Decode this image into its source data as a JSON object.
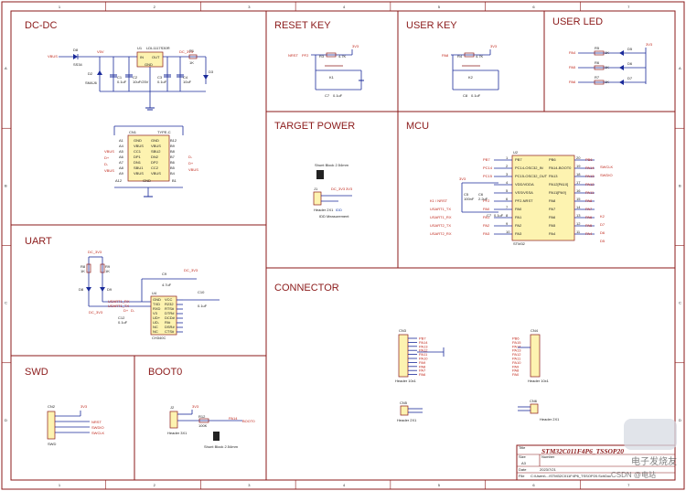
{
  "sections": {
    "dcdc": "DC-DC",
    "reset_key": "RESET KEY",
    "user_key": "USER KEY",
    "user_led": "USER LED",
    "target_power": "TARGET POWER",
    "mcu": "MCU",
    "uart": "UART",
    "connector": "CONNECTOR",
    "swd": "SWD",
    "boot0": "BOOT0"
  },
  "border": {
    "columns": [
      "1",
      "2",
      "3",
      "4",
      "5",
      "6",
      "7"
    ],
    "rows": [
      "A",
      "B",
      "C",
      "D"
    ]
  },
  "dcdc": {
    "vbus": "VBUS",
    "d8": "D8",
    "d8_part": "SS34",
    "v5": "V5V",
    "u1": "U1",
    "u1_part": "LDL1117S30R",
    "vin": "IN",
    "vout": "OUT",
    "gnd": "GND",
    "dc3v3": "DC_3V3",
    "r1": "R1",
    "r1_val": "1K",
    "d3": "D3",
    "d2": "D2",
    "d2_part": "SMAJ6",
    "c1": "C1",
    "c1_val": "0.1uF",
    "c2": "C2",
    "c2_val": "10uF/25V",
    "c3": "C3",
    "c3_val": "0.1uF",
    "c4": "C4",
    "c4_val": "10uF",
    "cn1": "CN1",
    "typec": "TYPE-C",
    "typec_pins_left": [
      "A1",
      "A4",
      "A5",
      "A6",
      "A7",
      "A8",
      "A9"
    ],
    "typec_pins_right": [
      "B12",
      "B9",
      "B8",
      "B7",
      "B6",
      "B5",
      "B4"
    ],
    "typec_names_left": [
      "GND",
      "VBUS",
      "CC1",
      "DP1",
      "DN1",
      "SBU1",
      "VBUS"
    ],
    "typec_names_right": [
      "GND",
      "VBUS",
      "SBU2",
      "DN2",
      "DP2",
      "CC2",
      "VBUS"
    ],
    "typec_nets_left": [
      "VBUS",
      "D+",
      "D-",
      "VBUS"
    ],
    "typec_nets_right": [
      "D-",
      "D+",
      "VBUS"
    ],
    "typec_bottom_left": "A12",
    "typec_bottom_right": "B1",
    "typec_gnd": "GND"
  },
  "reset": {
    "nrst": "NRST",
    "pin": "PF2",
    "r3": "R3",
    "r3_val": "4.7K",
    "k1": "K1",
    "c7": "C7",
    "c7_val": "0.1uF",
    "v33": "3V3"
  },
  "ukey": {
    "pa8": "PA8",
    "r4": "R4",
    "r4_val": "4.7K",
    "k2": "K2",
    "c8": "C8",
    "c8_val": "0.1uF",
    "v33": "3V3"
  },
  "led": {
    "rows": [
      {
        "net": "PA4",
        "r": "R5",
        "val": "1K",
        "d": "D5"
      },
      {
        "net": "PA5",
        "r": "R6",
        "val": "1K",
        "d": "D6"
      },
      {
        "net": "PA6",
        "r": "R7",
        "val": "1K",
        "d": "D7"
      }
    ],
    "v33": "3V3"
  },
  "tpower": {
    "shunt": "Shunt Block 2.54mm",
    "j1": "J1",
    "dc3v3": "DC_3V3",
    "v33": "3V3",
    "header": "Header 2X1",
    "idd": "IDD",
    "meas": "IDD Measurement"
  },
  "mcu": {
    "u2": "U2",
    "part": "STM32",
    "left_pins": [
      {
        "net": "PB7",
        "n": "1",
        "name": "PB7"
      },
      {
        "net": "PC14",
        "n": "2",
        "name": "PC14-OSC32_IN"
      },
      {
        "net": "PC15",
        "n": "3",
        "name": "PC15-OSC32_OUT"
      },
      {
        "net": "",
        "n": "4",
        "name": "VDD/VDDA"
      },
      {
        "net": "",
        "n": "5",
        "name": "VSS/VSSA"
      },
      {
        "net": "PF2",
        "n": "6",
        "name": "PF2-NRST"
      },
      {
        "net": "PA0",
        "n": "7",
        "name": "PA0"
      },
      {
        "net": "PA1",
        "n": "8",
        "name": "PA1"
      },
      {
        "net": "PA2",
        "n": "9",
        "name": "PA2"
      },
      {
        "net": "PA3",
        "n": "10",
        "name": "PA3"
      }
    ],
    "right_pins": [
      {
        "net": "PB6",
        "n": "20",
        "name": "PB6"
      },
      {
        "net": "PA14",
        "n": "19",
        "name": "PA14-BOOT0"
      },
      {
        "net": "PA13",
        "n": "18",
        "name": "PA13"
      },
      {
        "net": "PA12",
        "n": "17",
        "name": "PA12[PA10]"
      },
      {
        "net": "PA11",
        "n": "16",
        "name": "PA11[PA9]"
      },
      {
        "net": "PA8",
        "n": "15",
        "name": "PA8"
      },
      {
        "net": "PA7",
        "n": "14",
        "name": "PA7"
      },
      {
        "net": "PA6",
        "n": "13",
        "name": "PA6"
      },
      {
        "net": "PA5",
        "n": "12",
        "name": "PA5"
      },
      {
        "net": "PA4",
        "n": "11",
        "name": "PA4"
      }
    ],
    "right_labels": [
      "SWCLK",
      "SWDIO",
      "",
      "",
      "K2",
      "D7",
      "D6",
      "D5"
    ],
    "left_labels": [
      "K1 / NRST",
      "USART1_TX",
      "USART1_RX",
      "USART2_TX",
      "USART2_RX"
    ],
    "v33": "3V3",
    "c5": "C5",
    "c5_val": "100nF",
    "c6": "C6",
    "c6_val": "2.2uF",
    "c7": "C7",
    "c7_val": "0.1uF"
  },
  "uart": {
    "dc3v3": "DC_3V3",
    "r8": "R8",
    "r9": "R9",
    "rval": "1K",
    "d8": "D8",
    "d9": "D9",
    "u4": "U4",
    "part": "CH340C",
    "pins_left": [
      "GND",
      "TXD",
      "RXD",
      "V3",
      "UD+",
      "UD-",
      "NC",
      "NC"
    ],
    "pins_right": [
      "VCC",
      "R232",
      "RTS#",
      "DTR#",
      "DCD#",
      "RI#",
      "DSR#",
      "CTS#"
    ],
    "nets": [
      "USART1_RX",
      "USART1_TX",
      "D+",
      "D-"
    ],
    "c9": "C9",
    "c9_val": "4.7uF",
    "c10": "C10",
    "c10_val": "0.1uF",
    "c12": "C12",
    "c12_val": "0.1uF"
  },
  "connector": {
    "cn3": "CN3",
    "cn4": "CN4",
    "cn5": "CN5",
    "cn6": "CN6",
    "h10": "Header 10x1",
    "h2": "Header 2X1",
    "left_nets": [
      "PB7",
      "PA14",
      "PA13",
      "PA12",
      "PA11",
      "PA10",
      "PA9",
      "PA8",
      "PA7",
      "PA6"
    ],
    "right_nets": [
      "PB6",
      "PA15",
      "PA14",
      "PA13",
      "PA12",
      "PA11",
      "PA10",
      "PA9",
      "PA8",
      "PA0"
    ]
  },
  "swd": {
    "cn2": "CN2",
    "v33": "3V3",
    "nets": [
      "NRST",
      "SWDIO",
      "SWCLK"
    ],
    "part": "SWD"
  },
  "boot0": {
    "j2": "J2",
    "header": "Header 3X1",
    "r12": "R12",
    "r12_val": "100K",
    "net": "PA14",
    "label": "BOOT0",
    "shunt": "Shunt Block 2.54mm",
    "v33": "3V3"
  },
  "titleblock": {
    "title_label": "Title",
    "title": "STM32C011F4P6_TSSOP20",
    "size_label": "Size",
    "size": "A3",
    "number_label": "Number",
    "date_label": "Date",
    "date": "2023/7/21",
    "file_label": "File",
    "file": "C:\\Users\\...\\STM32C011F4P6_TSSOP20.SchDoc",
    "revision_label": "Revision",
    "drawn_label": "Drawn By"
  },
  "watermark": {
    "top": "电子发烧友",
    "bottom": "CSDN @电站"
  }
}
